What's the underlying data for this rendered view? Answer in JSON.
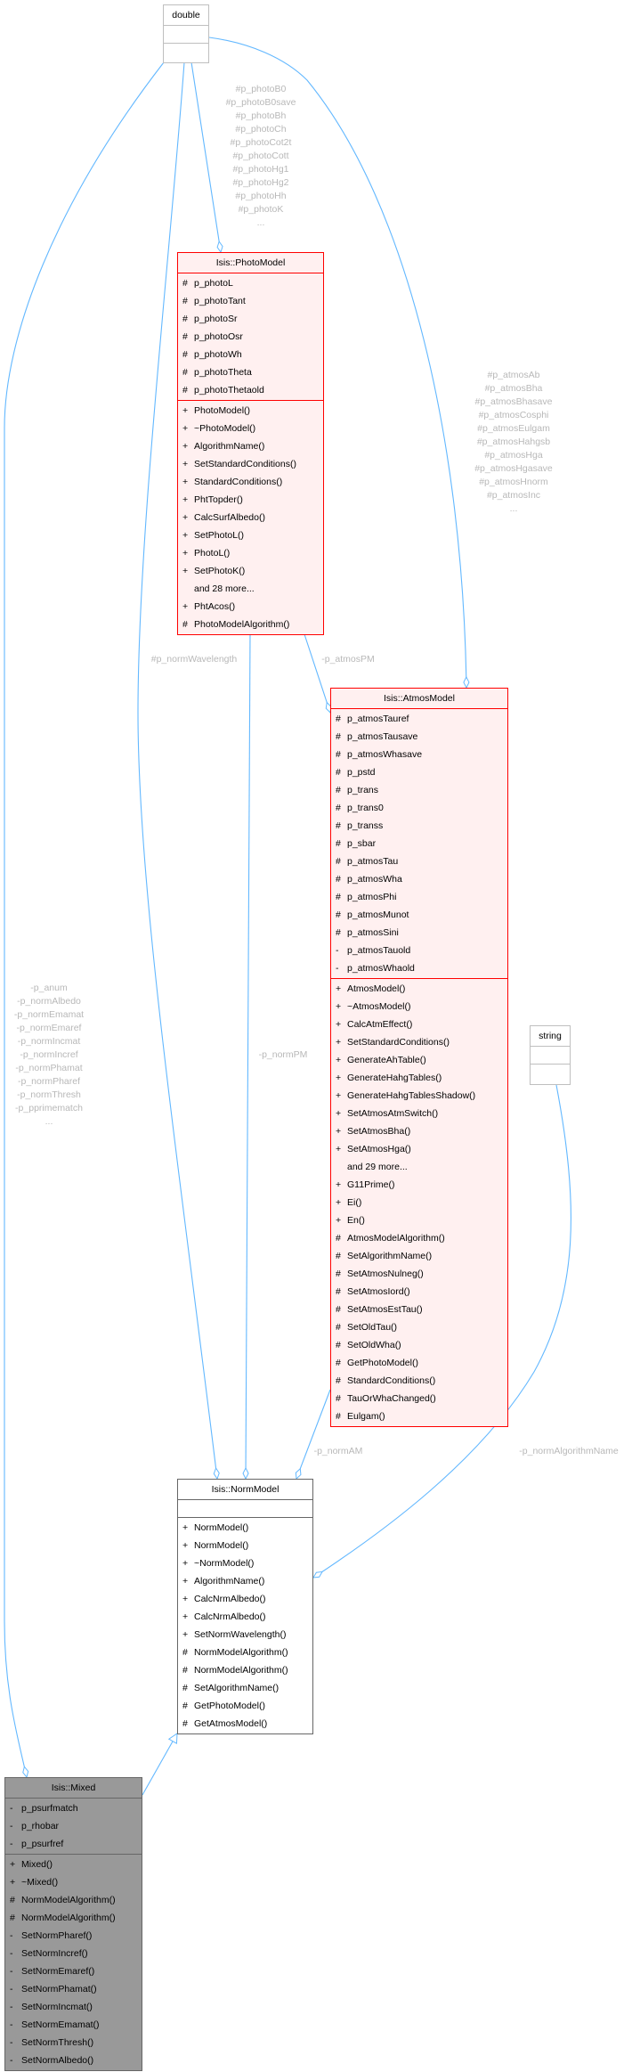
{
  "colors": {
    "edge": "#63b8ff",
    "label": "#b8b8b8",
    "highlight_border": "#ff0000",
    "highlight_fill": "#fff0f0",
    "focus_fill": "#999999"
  },
  "nodes": {
    "double": {
      "title": "double",
      "attrs": [],
      "methods": []
    },
    "string": {
      "title": "string",
      "attrs": [],
      "methods": []
    },
    "photo": {
      "title": "Isis::PhotoModel",
      "attrs": [
        {
          "sym": "#",
          "name": "p_photoL"
        },
        {
          "sym": "#",
          "name": "p_photoTant"
        },
        {
          "sym": "#",
          "name": "p_photoSr"
        },
        {
          "sym": "#",
          "name": "p_photoOsr"
        },
        {
          "sym": "#",
          "name": "p_photoWh"
        },
        {
          "sym": "#",
          "name": "p_photoTheta"
        },
        {
          "sym": "#",
          "name": "p_photoThetaold"
        }
      ],
      "methods": [
        {
          "sym": "+",
          "name": "PhotoModel()"
        },
        {
          "sym": "+",
          "name": "~PhotoModel()"
        },
        {
          "sym": "+",
          "name": "AlgorithmName()"
        },
        {
          "sym": "+",
          "name": "SetStandardConditions()"
        },
        {
          "sym": "+",
          "name": "StandardConditions()"
        },
        {
          "sym": "+",
          "name": "PhtTopder()"
        },
        {
          "sym": "+",
          "name": "CalcSurfAlbedo()"
        },
        {
          "sym": "+",
          "name": "SetPhotoL()"
        },
        {
          "sym": "+",
          "name": "PhotoL()"
        },
        {
          "sym": "+",
          "name": "SetPhotoK()"
        },
        {
          "sym": "",
          "name": "and 28 more..."
        },
        {
          "sym": "+",
          "name": "PhtAcos()"
        },
        {
          "sym": "#",
          "name": "PhotoModelAlgorithm()"
        }
      ]
    },
    "atmos": {
      "title": "Isis::AtmosModel",
      "attrs": [
        {
          "sym": "#",
          "name": "p_atmosTauref"
        },
        {
          "sym": "#",
          "name": "p_atmosTausave"
        },
        {
          "sym": "#",
          "name": "p_atmosWhasave"
        },
        {
          "sym": "#",
          "name": "p_pstd"
        },
        {
          "sym": "#",
          "name": "p_trans"
        },
        {
          "sym": "#",
          "name": "p_trans0"
        },
        {
          "sym": "#",
          "name": "p_transs"
        },
        {
          "sym": "#",
          "name": "p_sbar"
        },
        {
          "sym": "#",
          "name": "p_atmosTau"
        },
        {
          "sym": "#",
          "name": "p_atmosWha"
        },
        {
          "sym": "#",
          "name": "p_atmosPhi"
        },
        {
          "sym": "#",
          "name": "p_atmosMunot"
        },
        {
          "sym": "#",
          "name": "p_atmosSini"
        },
        {
          "sym": "-",
          "name": "p_atmosTauold"
        },
        {
          "sym": "-",
          "name": "p_atmosWhaold"
        }
      ],
      "methods": [
        {
          "sym": "+",
          "name": "AtmosModel()"
        },
        {
          "sym": "+",
          "name": "~AtmosModel()"
        },
        {
          "sym": "+",
          "name": "CalcAtmEffect()"
        },
        {
          "sym": "+",
          "name": "SetStandardConditions()"
        },
        {
          "sym": "+",
          "name": "GenerateAhTable()"
        },
        {
          "sym": "+",
          "name": "GenerateHahgTables()"
        },
        {
          "sym": "+",
          "name": "GenerateHahgTablesShadow()"
        },
        {
          "sym": "+",
          "name": "SetAtmosAtmSwitch()"
        },
        {
          "sym": "+",
          "name": "SetAtmosBha()"
        },
        {
          "sym": "+",
          "name": "SetAtmosHga()"
        },
        {
          "sym": "",
          "name": "and 29 more..."
        },
        {
          "sym": "+",
          "name": "G11Prime()"
        },
        {
          "sym": "+",
          "name": "Ei()"
        },
        {
          "sym": "+",
          "name": "En()"
        },
        {
          "sym": "#",
          "name": "AtmosModelAlgorithm()"
        },
        {
          "sym": "#",
          "name": "SetAlgorithmName()"
        },
        {
          "sym": "#",
          "name": "SetAtmosNulneg()"
        },
        {
          "sym": "#",
          "name": "SetAtmosIord()"
        },
        {
          "sym": "#",
          "name": "SetAtmosEstTau()"
        },
        {
          "sym": "#",
          "name": "SetOldTau()"
        },
        {
          "sym": "#",
          "name": "SetOldWha()"
        },
        {
          "sym": "#",
          "name": "GetPhotoModel()"
        },
        {
          "sym": "#",
          "name": "StandardConditions()"
        },
        {
          "sym": "#",
          "name": "TauOrWhaChanged()"
        },
        {
          "sym": "#",
          "name": "Eulgam()"
        }
      ]
    },
    "norm": {
      "title": "Isis::NormModel",
      "attrs": [],
      "methods": [
        {
          "sym": "+",
          "name": "NormModel()"
        },
        {
          "sym": "+",
          "name": "NormModel()"
        },
        {
          "sym": "+",
          "name": "~NormModel()"
        },
        {
          "sym": "+",
          "name": "AlgorithmName()"
        },
        {
          "sym": "+",
          "name": "CalcNrmAlbedo()"
        },
        {
          "sym": "+",
          "name": "CalcNrmAlbedo()"
        },
        {
          "sym": "+",
          "name": "SetNormWavelength()"
        },
        {
          "sym": "#",
          "name": "NormModelAlgorithm()"
        },
        {
          "sym": "#",
          "name": "NormModelAlgorithm()"
        },
        {
          "sym": "#",
          "name": "SetAlgorithmName()"
        },
        {
          "sym": "#",
          "name": "GetPhotoModel()"
        },
        {
          "sym": "#",
          "name": "GetAtmosModel()"
        }
      ]
    },
    "mixed": {
      "title": "Isis::Mixed",
      "attrs": [
        {
          "sym": "-",
          "name": "p_psurfmatch"
        },
        {
          "sym": "-",
          "name": "p_rhobar"
        },
        {
          "sym": "-",
          "name": "p_psurfref"
        }
      ],
      "methods": [
        {
          "sym": "+",
          "name": "Mixed()"
        },
        {
          "sym": "+",
          "name": "~Mixed()"
        },
        {
          "sym": "#",
          "name": "NormModelAlgorithm()"
        },
        {
          "sym": "#",
          "name": "NormModelAlgorithm()"
        },
        {
          "sym": "-",
          "name": "SetNormPharef()"
        },
        {
          "sym": "-",
          "name": "SetNormIncref()"
        },
        {
          "sym": "-",
          "name": "SetNormEmaref()"
        },
        {
          "sym": "-",
          "name": "SetNormPhamat()"
        },
        {
          "sym": "-",
          "name": "SetNormIncmat()"
        },
        {
          "sym": "-",
          "name": "SetNormEmamat()"
        },
        {
          "sym": "-",
          "name": "SetNormThresh()"
        },
        {
          "sym": "-",
          "name": "SetNormAlbedo()"
        }
      ]
    }
  },
  "edge_labels": {
    "double_to_photo": [
      "#p_photoB0",
      "#p_photoB0save",
      "#p_photoBh",
      "#p_photoCh",
      "#p_photoCot2t",
      "#p_photoCott",
      "#p_photoHg1",
      "#p_photoHg2",
      "#p_photoHh",
      "#p_photoK",
      "..."
    ],
    "double_to_atmos": [
      "#p_atmosAb",
      "#p_atmosBha",
      "#p_atmosBhasave",
      "#p_atmosCosphi",
      "#p_atmosEulgam",
      "#p_atmosHahgsb",
      "#p_atmosHga",
      "#p_atmosHgasave",
      "#p_atmosHnorm",
      "#p_atmosInc",
      "..."
    ],
    "double_to_mixed": [
      "-p_anum",
      "-p_normAlbedo",
      "-p_normEmamat",
      "-p_normEmaref",
      "-p_normIncmat",
      "-p_normIncref",
      "-p_normPhamat",
      "-p_normPharef",
      "-p_normThresh",
      "-p_pprimematch",
      "..."
    ],
    "double_to_norm": [
      "#p_normWavelength"
    ],
    "photo_to_atmos": [
      "-p_atmosPM"
    ],
    "photo_to_norm": [
      "-p_normPM"
    ],
    "atmos_to_norm": [
      "-p_normAM"
    ],
    "string_to_norm": [
      "-p_normAlgorithmName"
    ]
  }
}
